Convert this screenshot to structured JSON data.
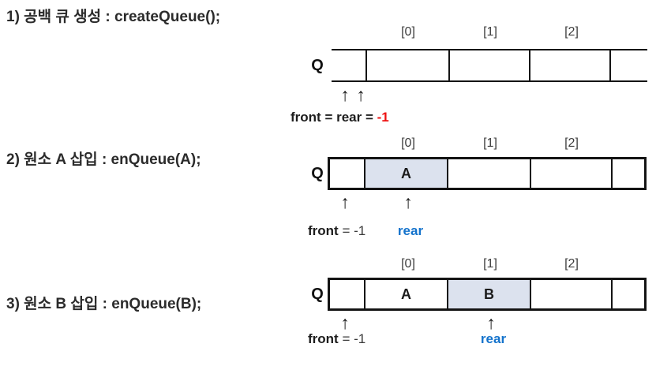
{
  "colors": {
    "highlight_cell": "#dce2ee",
    "accent_red": "#ee1111",
    "accent_blue": "#1473cc",
    "line": "#141414"
  },
  "icons": {
    "up_arrow": "↑"
  },
  "steps": [
    {
      "title": "1) 공백 큐 생성 : createQueue();",
      "queue_label": "Q",
      "indices": [
        "[0]",
        "[1]",
        "[2]"
      ],
      "cells": [
        {
          "value": "",
          "shaded": false
        },
        {
          "value": "",
          "shaded": false
        },
        {
          "value": "",
          "shaded": false
        }
      ],
      "arrows": [
        {
          "name": "front-arrow",
          "anchor": "lead"
        },
        {
          "name": "rear-arrow",
          "anchor": "lead2"
        }
      ],
      "caption": {
        "main": [
          {
            "text": "front",
            "style": "bold"
          },
          {
            "text": " = ",
            "style": "bold"
          },
          {
            "text": "rear",
            "style": "bold"
          },
          {
            "text": " = ",
            "style": "bold"
          },
          {
            "text": "-1",
            "style": "bold-red"
          }
        ]
      }
    },
    {
      "title": "2) 원소 A 삽입 : enQueue(A);",
      "queue_label": "Q",
      "indices": [
        "[0]",
        "[1]",
        "[2]"
      ],
      "cells": [
        {
          "value": "A",
          "shaded": true
        },
        {
          "value": "",
          "shaded": false
        },
        {
          "value": "",
          "shaded": false
        }
      ],
      "arrows": [
        {
          "name": "front-arrow",
          "anchor": "lead"
        },
        {
          "name": "rear-arrow",
          "anchor": "cell0"
        }
      ],
      "caption": {
        "main": [
          {
            "text": "front",
            "style": "bold"
          },
          {
            "text": " = -1",
            "style": "plain"
          }
        ],
        "rear": [
          {
            "text": "rear",
            "style": "bold-blue"
          }
        ],
        "rear_anchor": "cell0"
      }
    },
    {
      "title": "3) 원소 B 삽입 : enQueue(B);",
      "queue_label": "Q",
      "indices": [
        "[0]",
        "[1]",
        "[2]"
      ],
      "cells": [
        {
          "value": "A",
          "shaded": false
        },
        {
          "value": "B",
          "shaded": true
        },
        {
          "value": "",
          "shaded": false
        }
      ],
      "arrows": [
        {
          "name": "front-arrow",
          "anchor": "lead"
        },
        {
          "name": "rear-arrow",
          "anchor": "cell1"
        }
      ],
      "caption": {
        "main": [
          {
            "text": "front",
            "style": "bold"
          },
          {
            "text": " = -1",
            "style": "plain"
          }
        ],
        "rear": [
          {
            "text": "rear",
            "style": "bold-blue"
          }
        ],
        "rear_anchor": "cell1"
      }
    }
  ]
}
